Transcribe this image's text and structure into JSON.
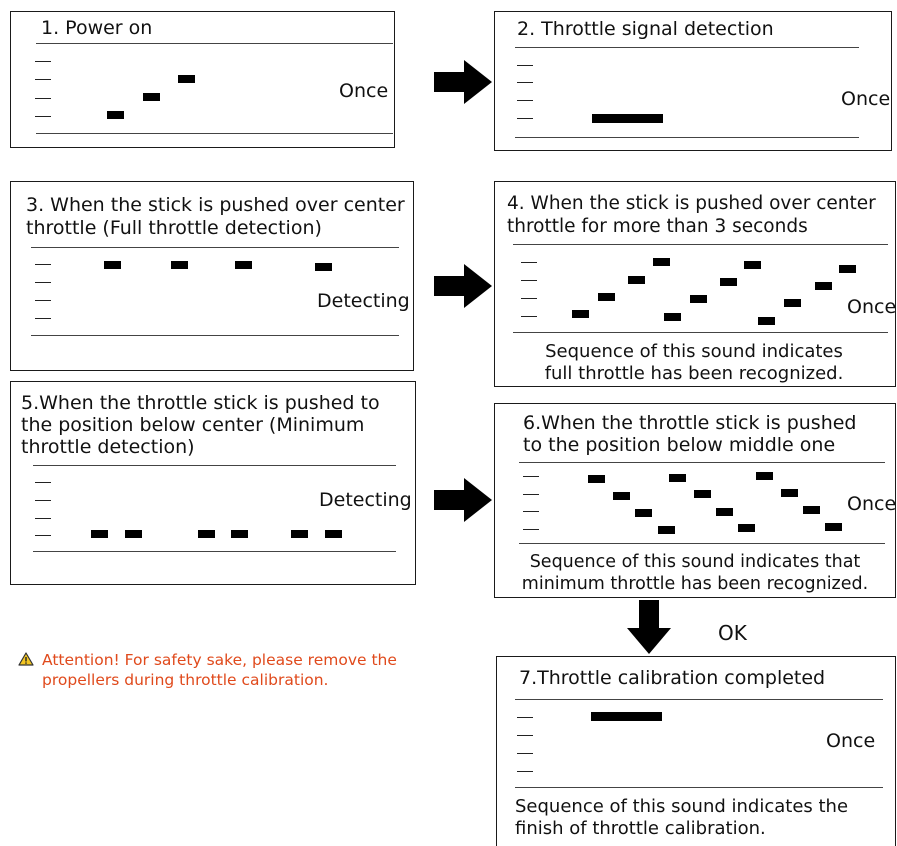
{
  "panels": {
    "p1": {
      "title_lines": [
        "1. Power on"
      ],
      "status": "Once"
    },
    "p2": {
      "title_lines": [
        "2. Throttle signal detection"
      ],
      "status": "Once"
    },
    "p3": {
      "title_lines": [
        "3. When the stick is pushed over center",
        "throttle  (Full throttle detection)"
      ],
      "status": "Detecting"
    },
    "p4": {
      "title_lines": [
        "4. When the stick is pushed over center",
        "throttle for more than 3 seconds"
      ],
      "status": "Once",
      "caption_lines": [
        "Sequence of this sound indicates",
        "full throttle has been recognized."
      ]
    },
    "p5": {
      "title_lines": [
        "5.When the throttle stick is pushed to",
        "the position below center (Minimum",
        "throttle detection)"
      ],
      "status": "Detecting"
    },
    "p6": {
      "title_lines": [
        "6.When the throttle stick is pushed",
        "to the position below middle one"
      ],
      "status": "Once",
      "caption_lines": [
        "Sequence of this sound indicates that",
        "minimum throttle has been recognized."
      ]
    },
    "p7": {
      "title_lines": [
        "7.Throttle calibration completed"
      ],
      "status": "Once",
      "caption_lines": [
        "Sequence of this sound indicates the",
        "finish of throttle calibration."
      ]
    }
  },
  "ok_label": "OK",
  "attention_lines": [
    "Attention! For safety sake, please remove the",
    "propellers during throttle calibration."
  ],
  "colors": {
    "line": "#1a1a1a",
    "note": "#e04a1c",
    "icon_fill": "#f3c623"
  },
  "icons": {
    "arrow": "solid-black-arrow",
    "warning": "warning-triangle-icon"
  }
}
